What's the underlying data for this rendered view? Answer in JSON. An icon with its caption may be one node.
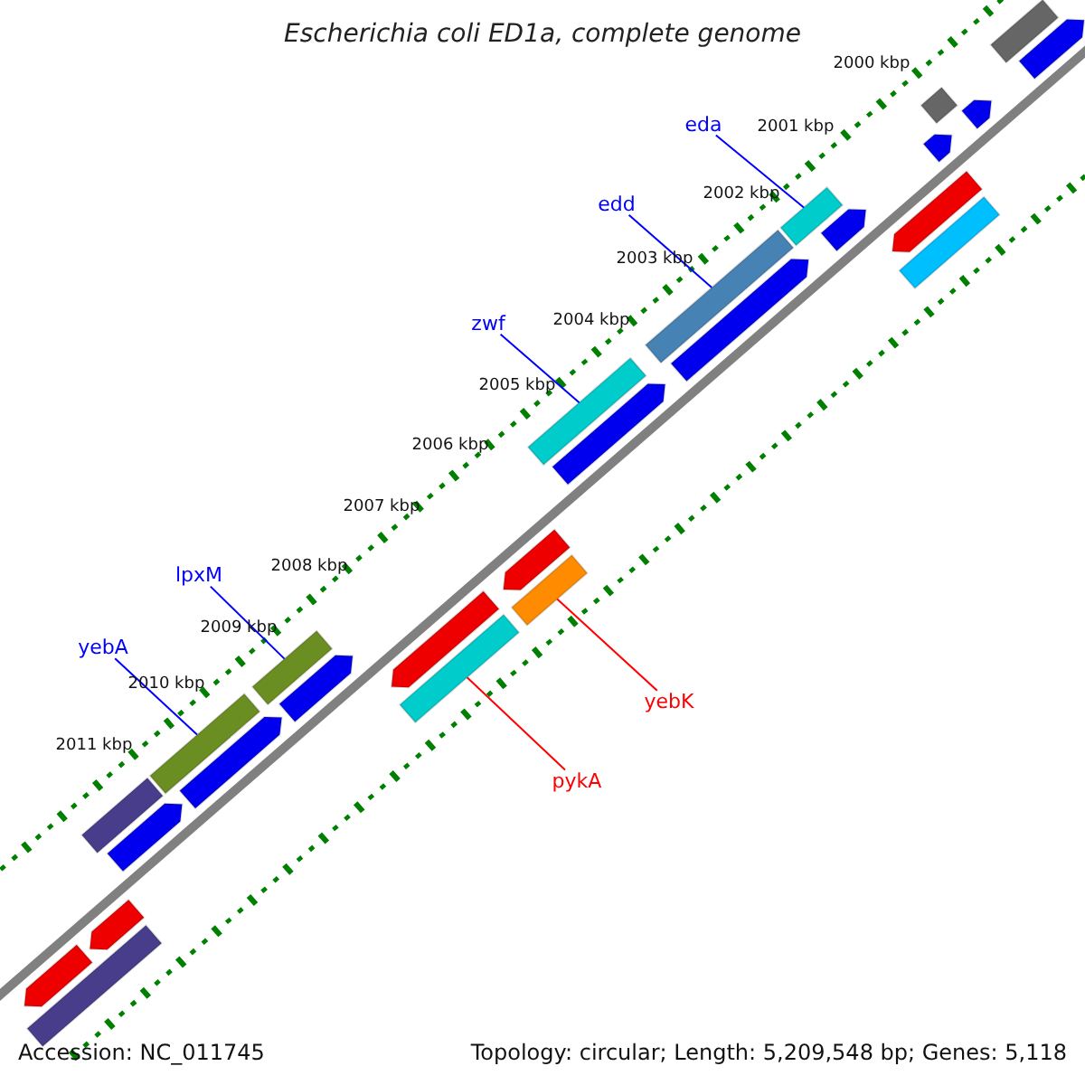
{
  "diagram": {
    "title": "Escherichia coli ED1a, complete genome",
    "nodes": [
      {
        "text": [
          "eda"
        ]
      },
      {
        "text": [],
        "shape": "bar"
      },
      {
        "text": [
          "edd"
        ]
      },
      {
        "text": [],
        "shape": "bar"
      },
      {
        "text": [
          "zwf"
        ]
      },
      {
        "text": [],
        "shape": "bar"
      },
      {
        "text": [
          "lpxM"
        ]
      },
      {
        "text": [],
        "shape": "bar"
      },
      {
        "text": [
          "yebA"
        ]
      },
      {
        "text": [],
        "shape": "bar"
      },
      {
        "text": [
          "yebK"
        ]
      },
      {
        "text": [],
        "shape": "bar"
      },
      {
        "text": [
          "pykA"
        ]
      },
      {
        "text": [],
        "shape": "bar"
      },
      {
        "text": [],
        "shape": "bar"
      },
      {
        "text": [],
        "shape": "bar"
      },
      {
        "text": [],
        "shape": "bar"
      },
      {
        "text": [],
        "shape": "bar"
      },
      {
        "text": [],
        "shape": "bar"
      },
      {
        "text": [],
        "shape": "bar"
      },
      {
        "text": [],
        "shape": "bar"
      },
      {
        "text": [],
        "shape": "bar"
      },
      {
        "text": [],
        "shape": "bar"
      },
      {
        "text": [],
        "shape": "bar"
      },
      {
        "text": [],
        "shape": "bar"
      },
      {
        "text": [],
        "shape": "bar"
      },
      {
        "text": [],
        "shape": "bar"
      },
      {
        "text": [],
        "shape": "bar"
      },
      {
        "text": [],
        "shape": "bar"
      },
      {
        "text": [],
        "shape": "bar"
      },
      {
        "text": [],
        "shape": "bar"
      },
      {
        "text": [],
        "shape": "bar"
      },
      {
        "text": [],
        "shape": "bar"
      }
    ],
    "edges": [
      {
        "from": 0,
        "to": 1,
        "arrow": "none"
      },
      {
        "from": 2,
        "to": 3,
        "arrow": "none"
      },
      {
        "from": 4,
        "to": 5,
        "arrow": "none"
      },
      {
        "from": 6,
        "to": 7,
        "arrow": "none"
      },
      {
        "from": 8,
        "to": 9,
        "arrow": "none"
      },
      {
        "from": 10,
        "to": 11,
        "arrow": "none",
        "color": "#ff0000"
      },
      {
        "from": 12,
        "to": 13,
        "arrow": "none",
        "color": "#ff0000"
      }
    ],
    "labels": [
      "2000 kbp",
      "2001 kbp",
      "2002 kbp",
      "2003 kbp",
      "2004 kbp",
      "2005 kbp",
      "2006 kbp",
      "2007 kbp",
      "2008 kbp",
      "2009 kbp",
      "2010 kbp",
      "2011 kbp",
      "Accession: NC_011745",
      "Topology: circular; Length: 5,209,548 bp; Genes: 5,118"
    ]
  }
}
